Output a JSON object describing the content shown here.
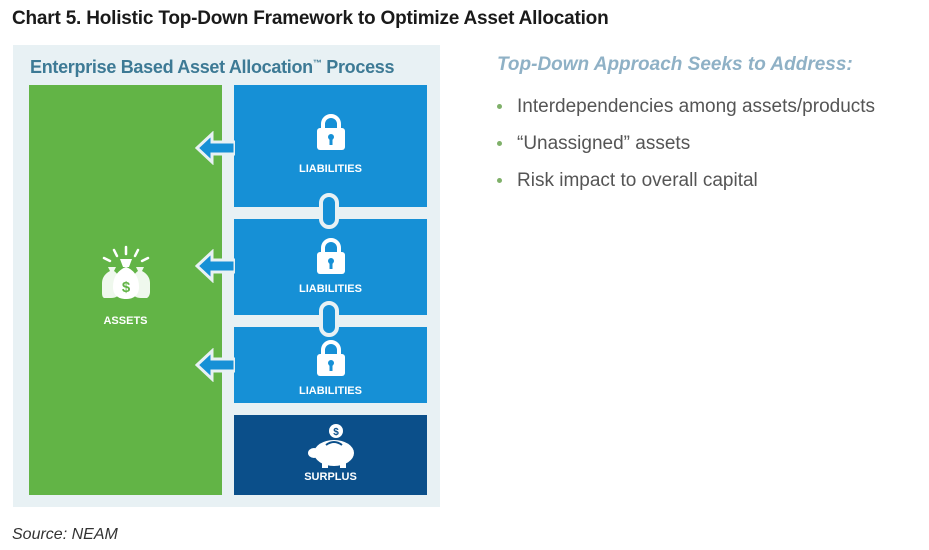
{
  "title": "Chart 5. Holistic Top-Down Framework to Optimize Asset Allocation",
  "diagram": {
    "heading": "Enterprise Based Asset Allocation",
    "heading_tm": "™",
    "heading_suffix": " Process",
    "assets": {
      "label": "ASSETS",
      "icon": "money-bags-icon",
      "color": "#62b446"
    },
    "liabilities": [
      {
        "label": "LIABILITIES",
        "icon": "lock-icon"
      },
      {
        "label": "LIABILITIES",
        "icon": "lock-icon"
      },
      {
        "label": "LIABILITIES",
        "icon": "lock-icon"
      }
    ],
    "liability_color": "#1690d6",
    "surplus": {
      "label": "SURPLUS",
      "icon": "piggy-bank-icon",
      "color": "#0b4f8a"
    },
    "arrows": 3,
    "links": 2
  },
  "sidebar": {
    "title": "Top-Down Approach Seeks to Address:",
    "items": [
      "Interdependencies among assets/products",
      "“Unassigned” assets",
      "Risk impact to overall capital"
    ]
  },
  "source": "Source: NEAM"
}
